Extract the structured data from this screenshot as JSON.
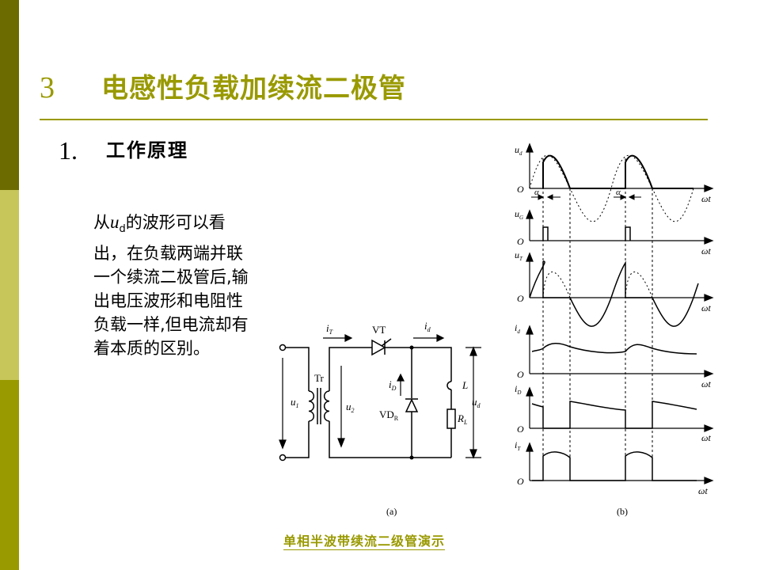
{
  "slide": {
    "number": "3",
    "title": "电感性负载加续流二极管",
    "subtitle_number": "1.",
    "subtitle": "工作原理",
    "paragraph_prefix": "从",
    "paragraph_var": "u",
    "paragraph_sub": "d",
    "paragraph_text": "的波形可以看出，在负载两端并联一个续流二极管后,输出电压波形和电阻性负载一样,但电流却有着本质的区别。",
    "footer_link": "单相半波带续流二级管演示"
  },
  "circuit": {
    "iT": "i",
    "iT_sub": "T",
    "VT": "VT",
    "id": "i",
    "id_sub": "d",
    "Tr": "Tr",
    "u1": "u",
    "u1_sub": "1",
    "u2": "u",
    "u2_sub": "2",
    "iD": "i",
    "iD_sub": "D",
    "VDR": "VD",
    "VDR_sub": "R",
    "L": "L",
    "RL": "R",
    "RL_sub": "L",
    "ud": "u",
    "ud_sub": "d",
    "caption": "(a)"
  },
  "waveforms": {
    "origin": "O",
    "axis": "ωt",
    "alpha": "α",
    "ud": "u",
    "ud_sub": "d",
    "uG": "u",
    "uG_sub": "G",
    "uT": "u",
    "uT_sub": "T",
    "id": "i",
    "id_sub": "d",
    "iD": "i",
    "iD_sub": "D",
    "iT": "i",
    "iT_sub": "T",
    "caption": "(b)"
  }
}
